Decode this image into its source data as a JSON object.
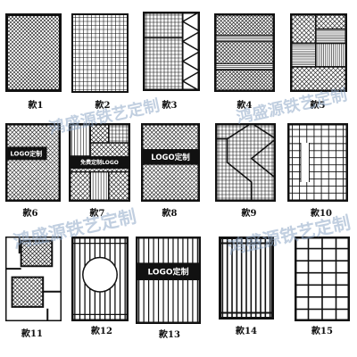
{
  "watermark": {
    "text": "鸿盛源铁艺定制",
    "color": "#8fa8c8"
  },
  "items": [
    {
      "caption": "款1",
      "pattern": "diagonal-mesh"
    },
    {
      "caption": "款2",
      "pattern": "square-grid"
    },
    {
      "caption": "款3",
      "pattern": "grid-with-triangle-column"
    },
    {
      "caption": "款4",
      "pattern": "horizontal-bands"
    },
    {
      "caption": "款5",
      "pattern": "mixed-quadrants"
    },
    {
      "caption": "款6",
      "pattern": "mesh-with-logo",
      "label": "LOGO定制"
    },
    {
      "caption": "款7",
      "pattern": "mixed-with-logo",
      "label": "免费定制LOGO"
    },
    {
      "caption": "款8",
      "pattern": "mesh-with-logo-band",
      "label": "LOGO定制"
    },
    {
      "caption": "款9",
      "pattern": "grid-with-zigzag"
    },
    {
      "caption": "款10",
      "pattern": "offset-lines"
    },
    {
      "caption": "款11",
      "pattern": "staggered-squares"
    },
    {
      "caption": "款12",
      "pattern": "bars-with-circle"
    },
    {
      "caption": "款13",
      "pattern": "bars-with-logo",
      "label": "LOGO定制"
    },
    {
      "caption": "款14",
      "pattern": "vertical-bars"
    },
    {
      "caption": "款15",
      "pattern": "large-grid"
    }
  ]
}
